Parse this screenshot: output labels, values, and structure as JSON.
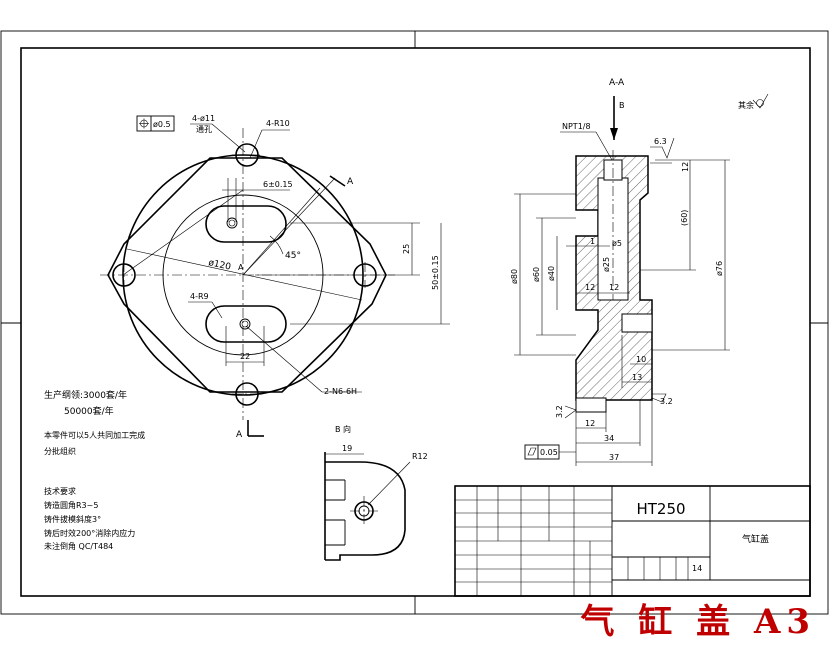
{
  "title_block": {
    "material": "HT250",
    "part_name": "气缸盖",
    "sheet_no": "14"
  },
  "drawing_title": "气 缸 盖 A3",
  "section_views": {
    "a_a": "A-A",
    "b_view": "B 向",
    "cut_a": "A",
    "cut_b": "B"
  },
  "tolerances": {
    "position": "ø0.5",
    "flatness": "0.05"
  },
  "surface_finish": {
    "other": "其余",
    "top": "6.3",
    "side": "3.2",
    "right": "3.2"
  },
  "front_view_dims": {
    "holes_4": "4-ø11",
    "holes_4_note": "通孔",
    "corner_r": "4-R10",
    "slot_width": "6±0.15",
    "circle_d": "ø120",
    "angle": "45°",
    "offset_25": "25",
    "span": "50±0.15",
    "slot_r": "4-R9",
    "slot_len": "22",
    "thread": "2-N6-6H"
  },
  "section_dims": {
    "npt": "NPT1/8",
    "d80": "ø80",
    "d60": "ø60",
    "d40": "ø40",
    "d76": "ø76",
    "h60": "(60)",
    "d15": "ø5",
    "d125": "ø25",
    "one": "1",
    "twelve_a": "12",
    "twelve_b": "12",
    "twelve_c": "12",
    "twelve_d": "12",
    "ten": "10",
    "thirteen": "13",
    "thirty_four": "34",
    "thirty_seven": "37"
  },
  "b_view_dims": {
    "r12": "R12",
    "w19": "19"
  },
  "notes": {
    "line1": "生产纲领:3000套/年",
    "line2": "50000套/年",
    "line3": "本零件可以5人共同加工完成",
    "line4": "分批组织",
    "tech_title": "技术要求",
    "tech1": "铸造圆角R3~5",
    "tech2": "铸件拔模斜度3°",
    "tech3": "铸后时效200°消除内应力",
    "tech4": "未注倒角 QC/T484"
  }
}
